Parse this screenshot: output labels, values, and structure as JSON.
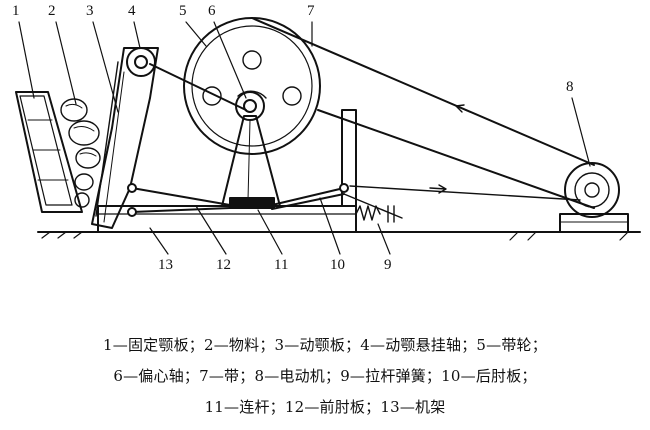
{
  "figure": {
    "callouts": [
      "1",
      "2",
      "3",
      "4",
      "5",
      "6",
      "7",
      "8",
      "9",
      "10",
      "11",
      "12",
      "13"
    ]
  },
  "caption": {
    "lines": [
      "1—固定颚板；2—物料；3—动颚板；4—动颚悬挂轴；5—带轮；",
      "6—偏心轴；7—带；8—电动机；9—拉杆弹簧；10—后肘板；",
      "11—连杆；12—前肘板；13—机架"
    ]
  }
}
